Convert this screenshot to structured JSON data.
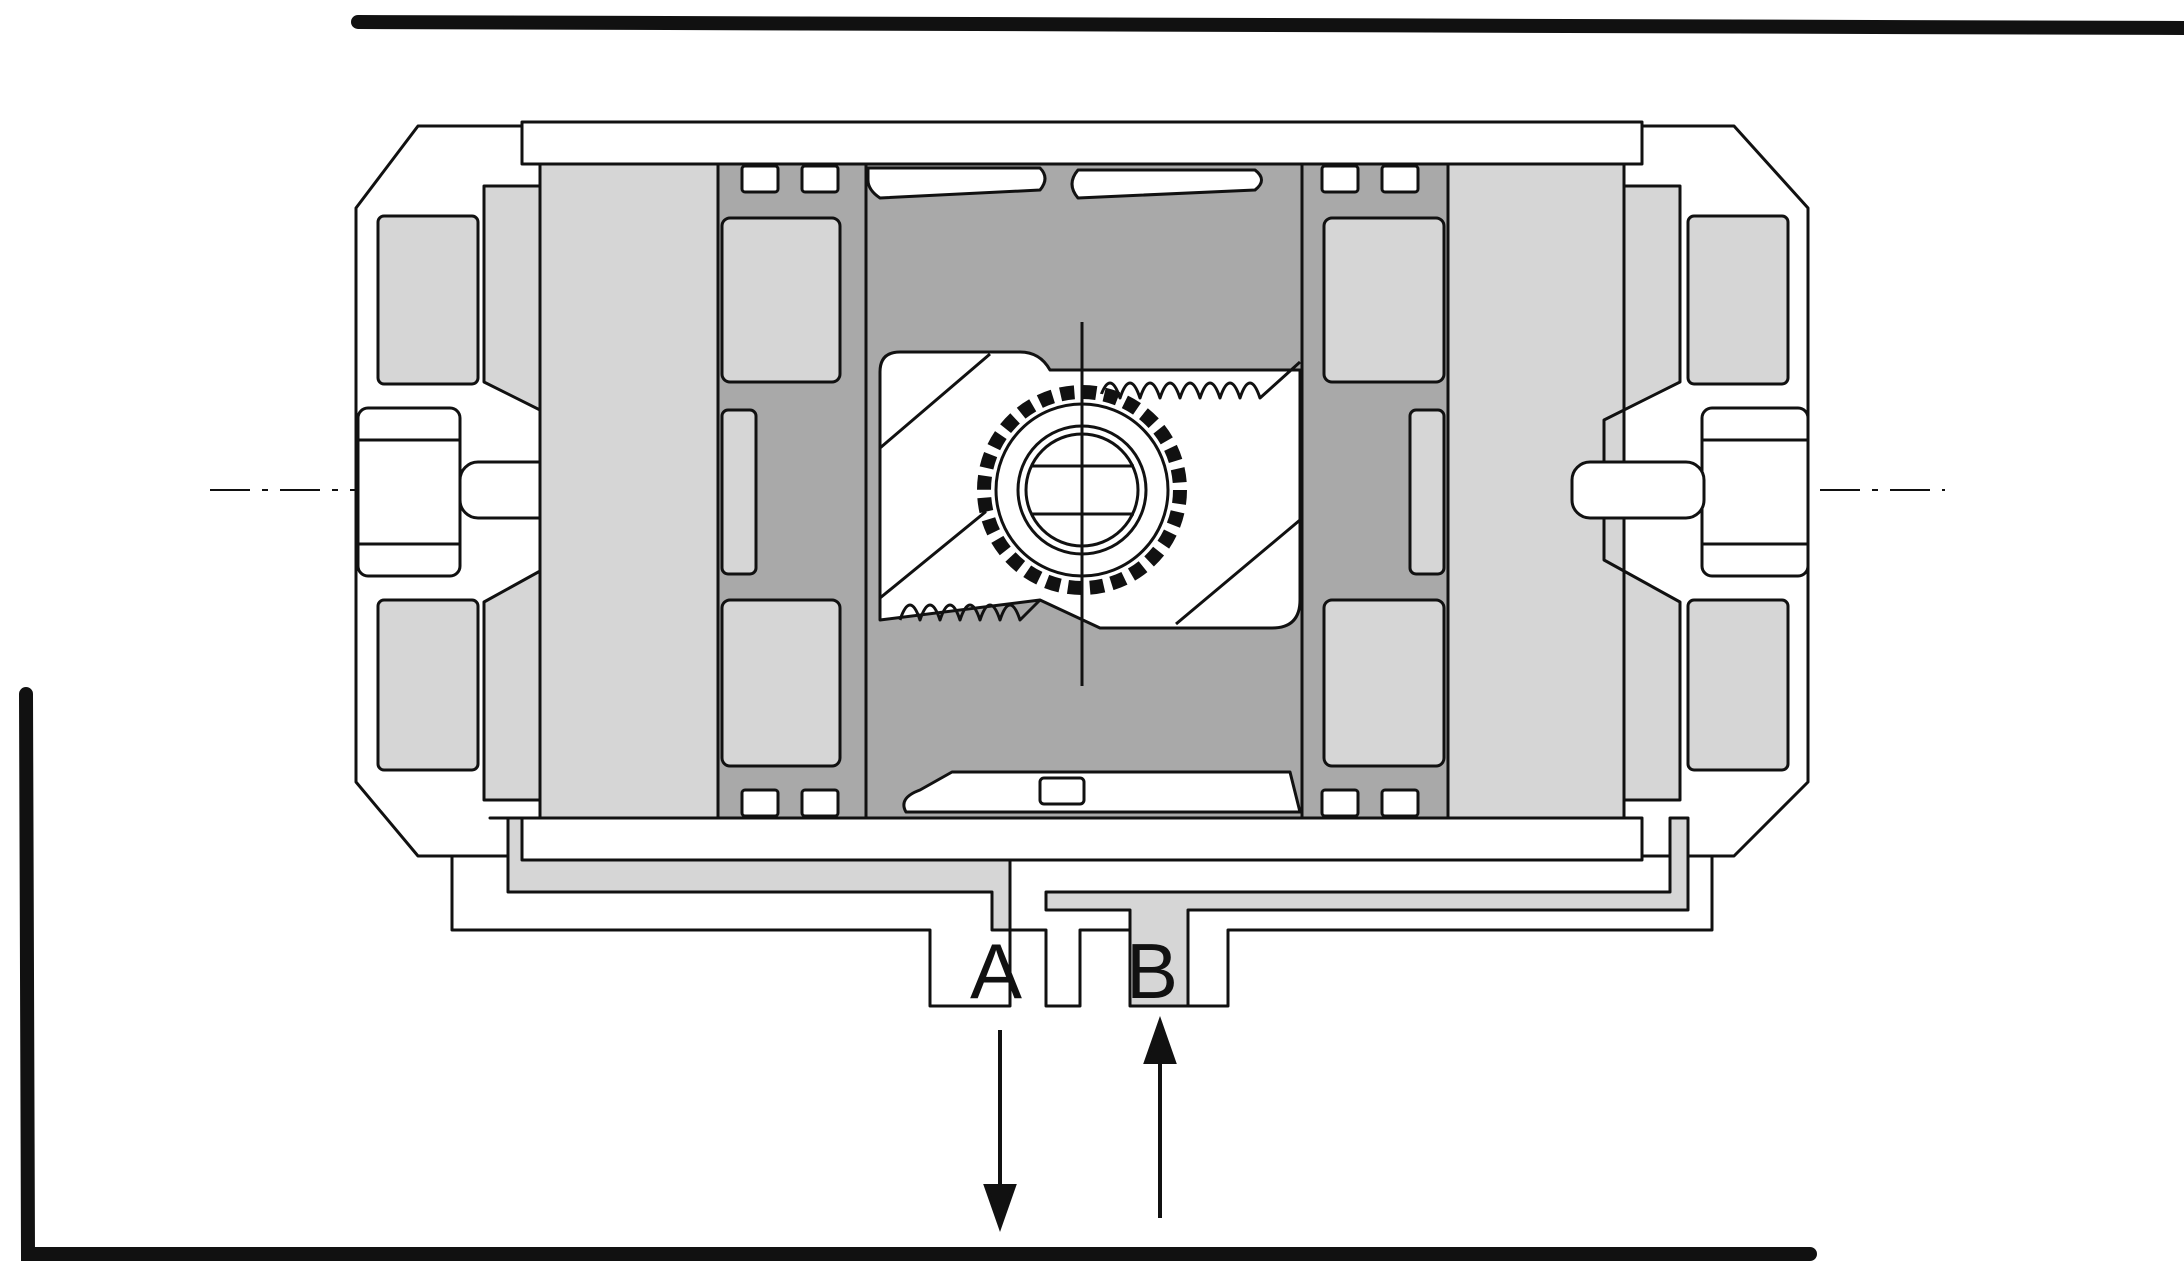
{
  "diagram": {
    "ports": [
      {
        "id": "A",
        "label": "A",
        "flow": "out"
      },
      {
        "id": "B",
        "label": "B",
        "flow": "in"
      }
    ],
    "colors": {
      "stroke": "#111111",
      "light_fill": "#d6d6d6",
      "dark_fill": "#a9a9a9",
      "background": "#ffffff"
    }
  }
}
